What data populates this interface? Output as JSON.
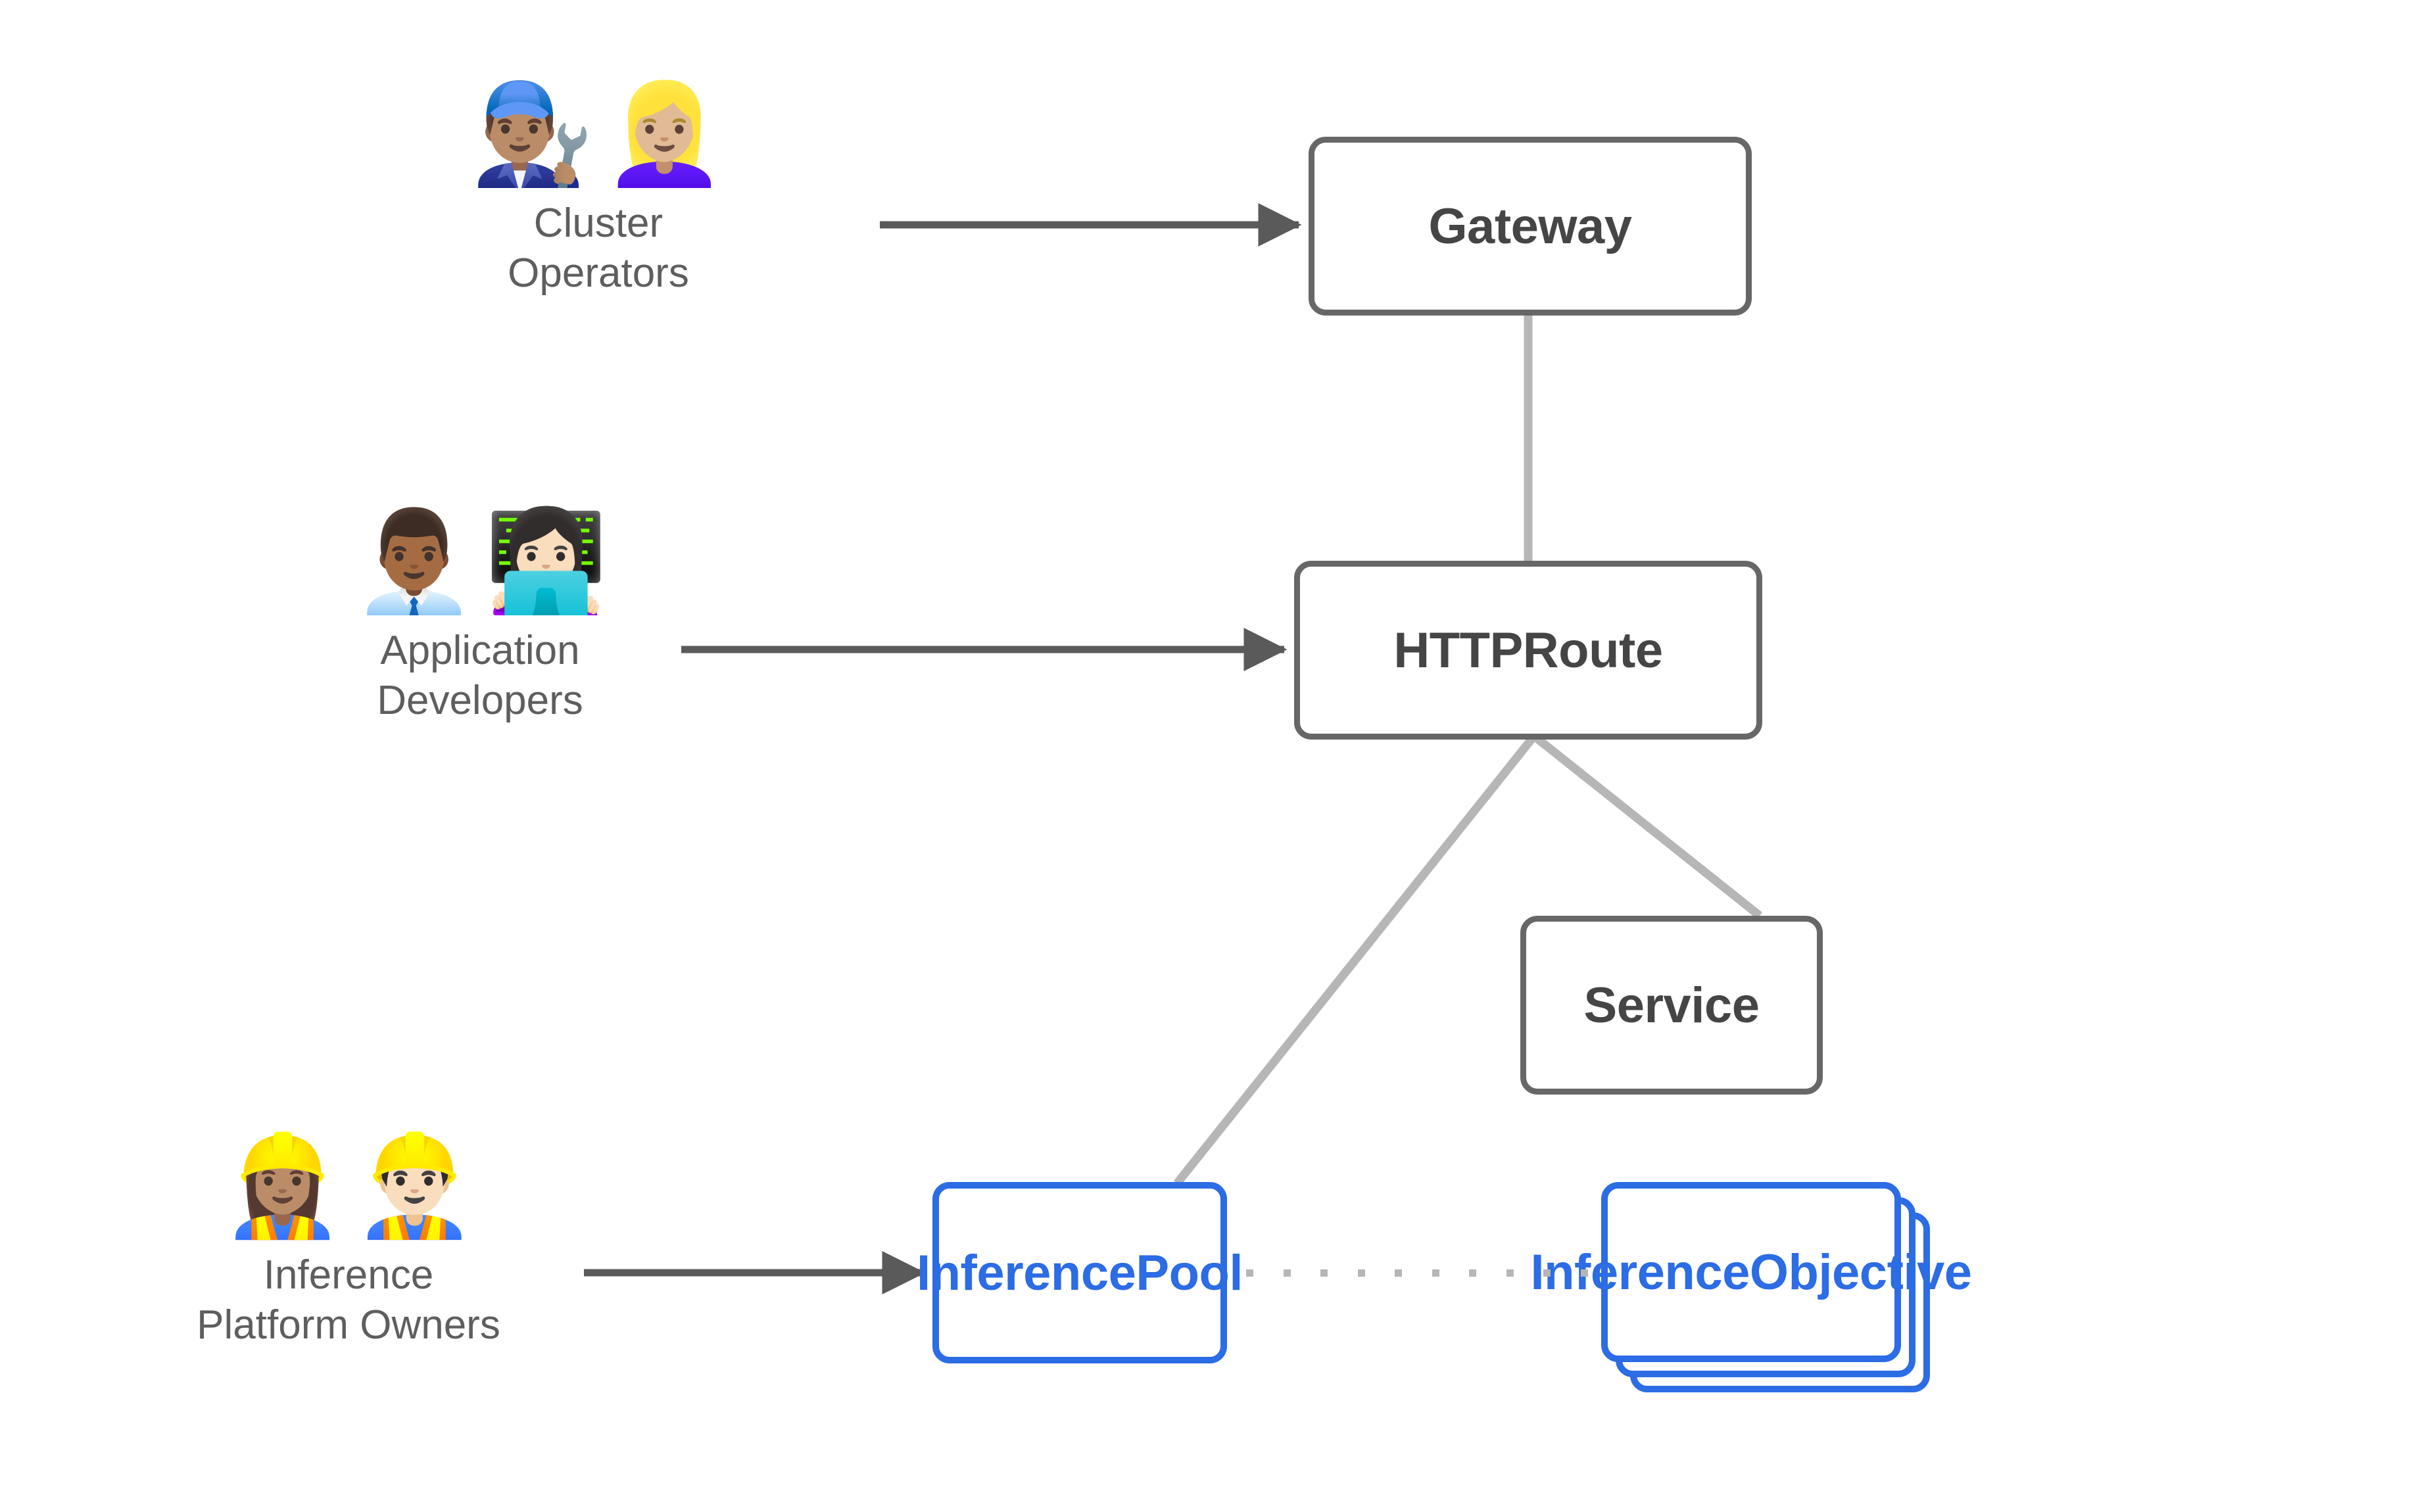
{
  "diagram": {
    "title": "Gateway API Inference Extension resource model",
    "background_color": "#ffffff",
    "colors": {
      "node_border_gray": "#676767",
      "node_text_gray": "#454545",
      "node_border_blue": "#2c6ce4",
      "node_text_blue": "#2c6ce4",
      "arrow_gray": "#5a5a5a",
      "link_gray": "#b6b6b6",
      "label_gray": "#5e5e5e"
    }
  },
  "personas": [
    {
      "id": "cluster-operators",
      "label": "Cluster\nOperators",
      "emoji": "👨🏽‍🔧👱🏼‍♀️",
      "emoji_names": [
        "man-mechanic-emoji",
        "woman-mechanic-emoji"
      ]
    },
    {
      "id": "application-developers",
      "label": "Application\nDevelopers",
      "emoji": "👨🏾‍💼👩🏻‍💻",
      "emoji_names": [
        "man-office-worker-emoji",
        "woman-technologist-emoji"
      ]
    },
    {
      "id": "inference-platform-owners",
      "label": "Inference\nPlatform Owners",
      "emoji": "👷🏽‍♀️👷🏻‍♂️",
      "emoji_names": [
        "woman-construction-worker-emoji",
        "man-construction-worker-emoji"
      ]
    }
  ],
  "nodes": {
    "gateway": {
      "label": "Gateway",
      "style": "gray"
    },
    "httproute": {
      "label": "HTTPRoute",
      "style": "gray"
    },
    "service": {
      "label": "Service",
      "style": "gray"
    },
    "inferencepool": {
      "label": "InferencePool",
      "style": "blue"
    },
    "inferenceobjective": {
      "label": "InferenceObjective",
      "style": "blue",
      "stacked": true,
      "stack_count": 3
    }
  },
  "edges": [
    {
      "id": "operators-to-gateway",
      "from": "cluster-operators",
      "to": "gateway",
      "kind": "arrow"
    },
    {
      "id": "developers-to-httproute",
      "from": "application-developers",
      "to": "httproute",
      "kind": "arrow"
    },
    {
      "id": "owners-to-inferencepool",
      "from": "inference-platform-owners",
      "to": "inferencepool",
      "kind": "arrow"
    },
    {
      "id": "gateway-to-httproute",
      "from": "gateway",
      "to": "httproute",
      "kind": "line"
    },
    {
      "id": "httproute-to-inferencepool",
      "from": "httproute",
      "to": "inferencepool",
      "kind": "line"
    },
    {
      "id": "httproute-to-service",
      "from": "httproute",
      "to": "service",
      "kind": "line"
    },
    {
      "id": "inferencepool-to-inferenceobjective",
      "from": "inferencepool",
      "to": "inferenceobjective",
      "kind": "dotted"
    }
  ]
}
